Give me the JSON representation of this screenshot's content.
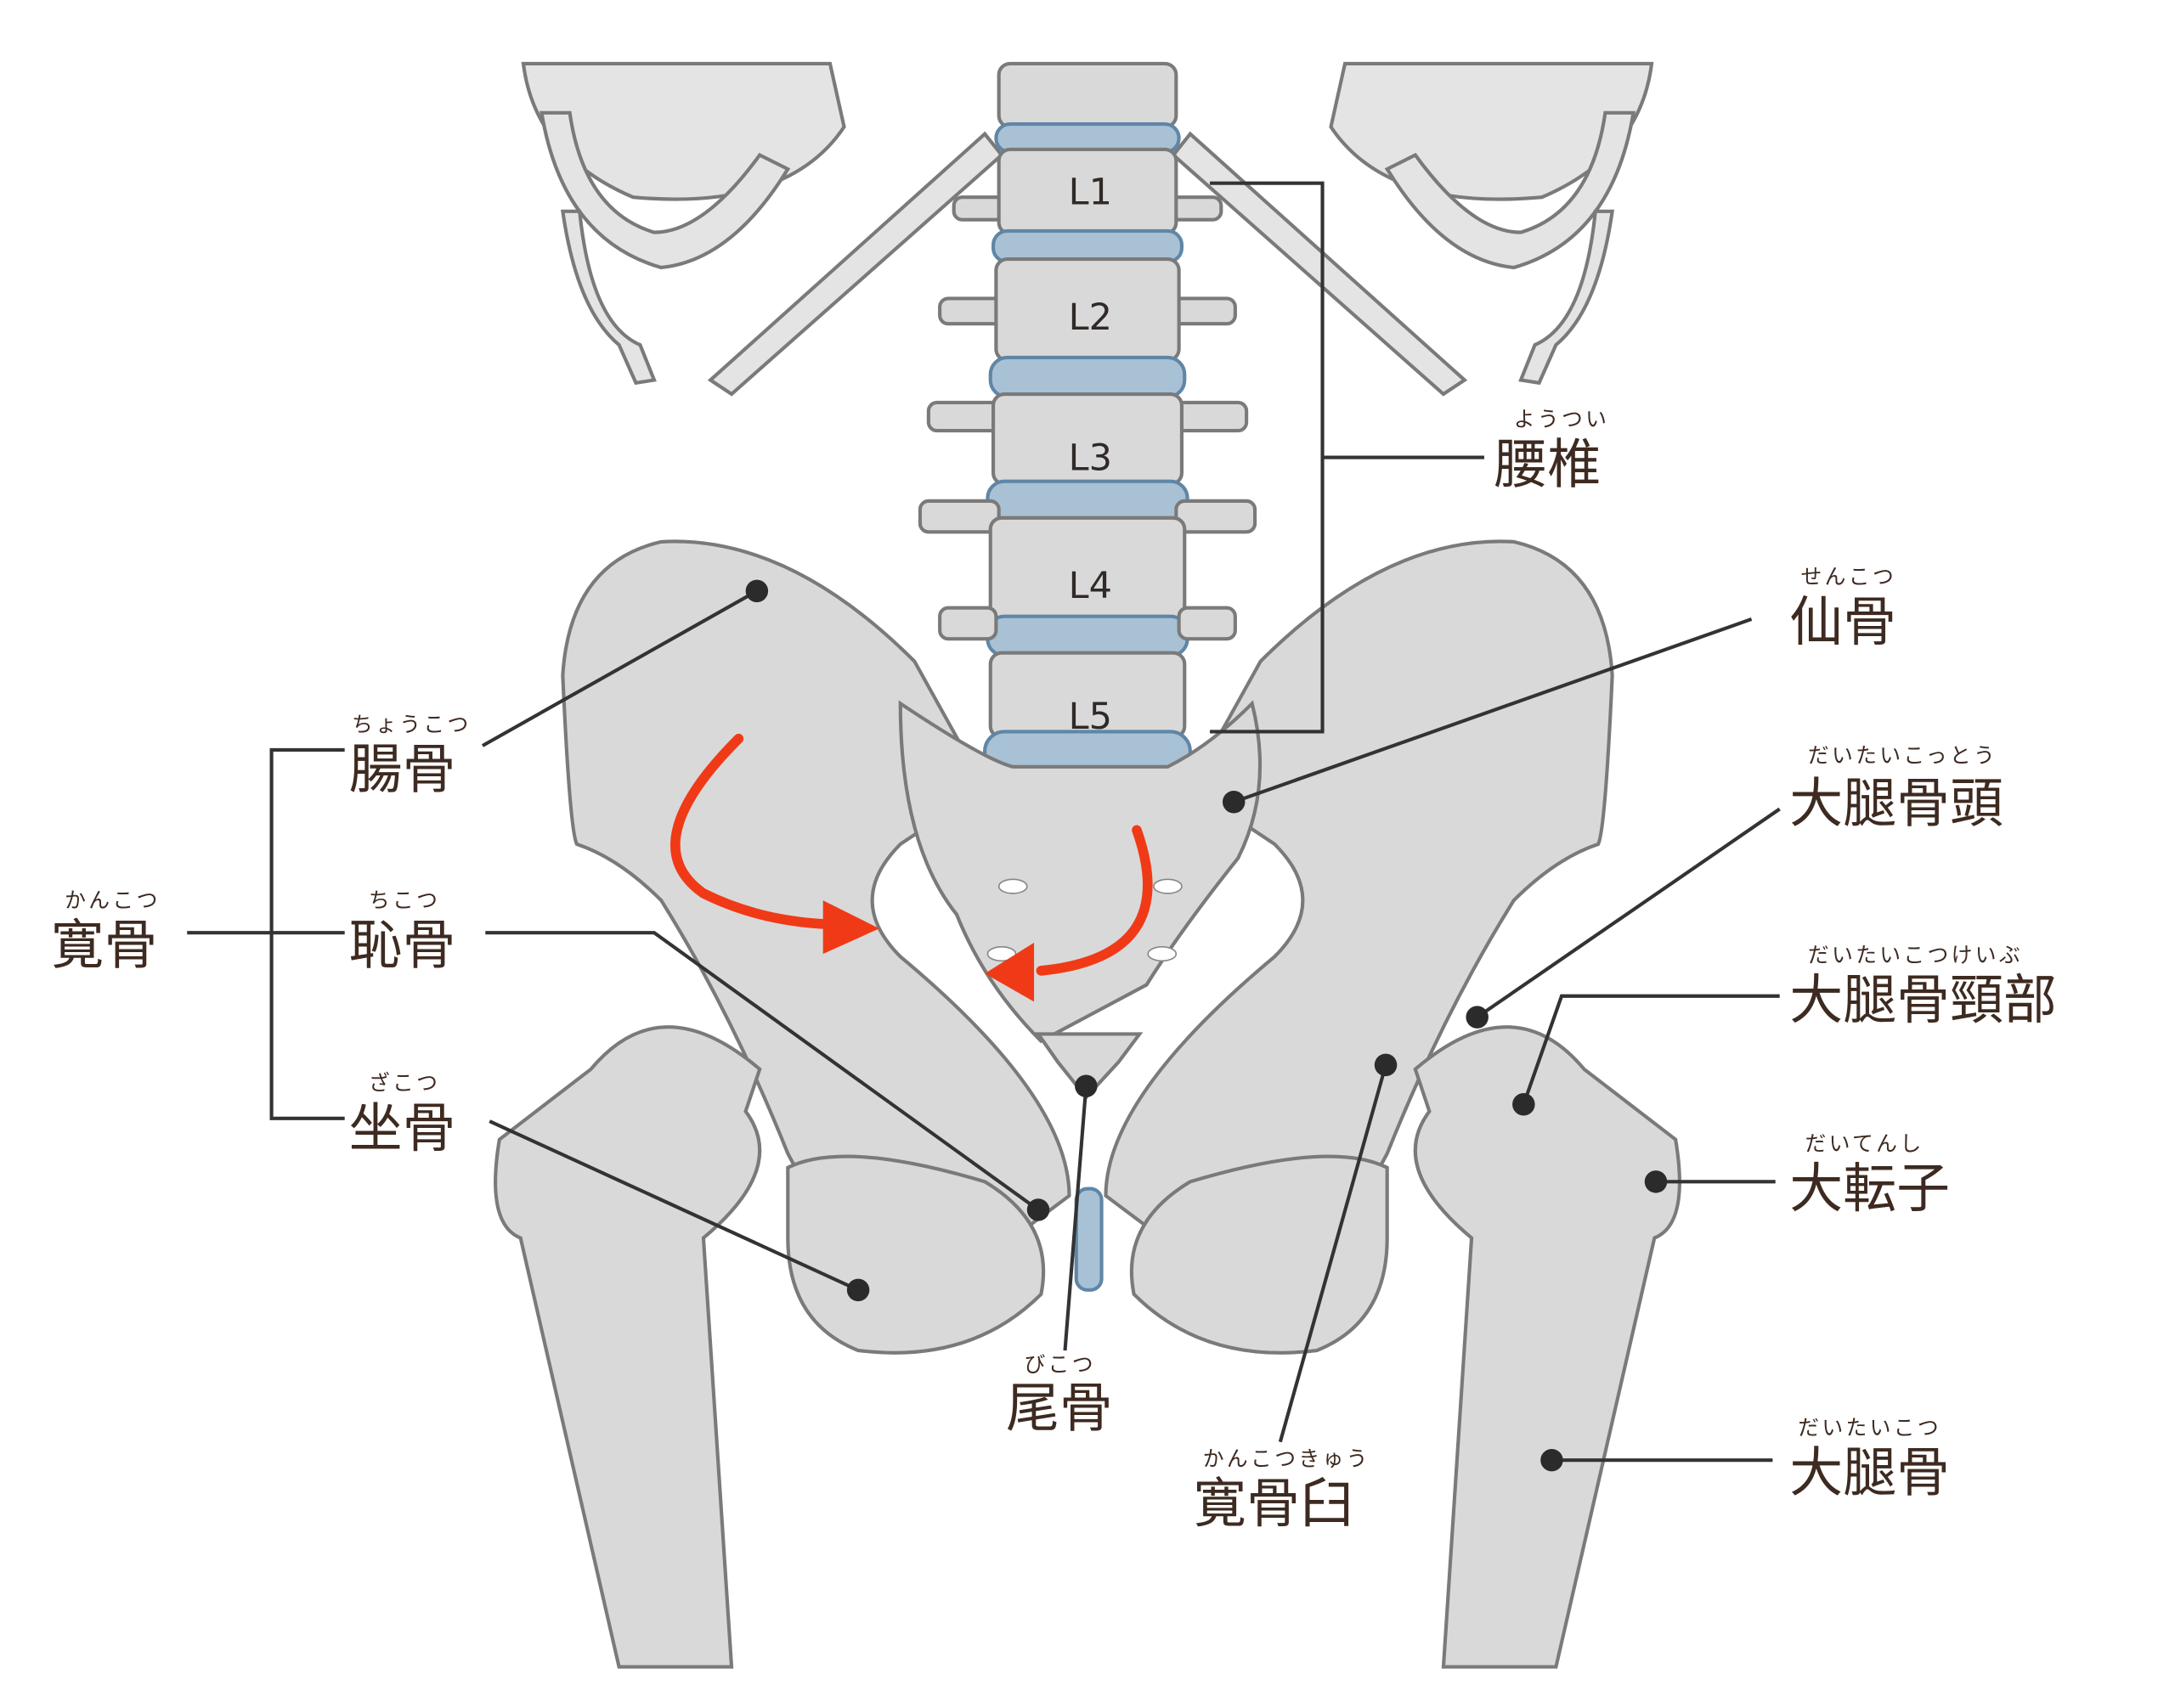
{
  "vertebrae": [
    "L1",
    "L2",
    "L3",
    "L4",
    "L5"
  ],
  "labels": {
    "lumbar": {
      "text": "腰椎",
      "ruby": "ようつい"
    },
    "sacrum": {
      "text": "仙骨",
      "ruby": "せんこつ"
    },
    "femoral_head": {
      "text": "大腿骨頭",
      "ruby": "だいたいこっとう"
    },
    "femoral_neck": {
      "text": "大腿骨頸部",
      "ruby": "だいたいこつけいぶ"
    },
    "greater_trochanter": {
      "text": "大転子",
      "ruby": "だいてんし"
    },
    "femur": {
      "text": "大腿骨",
      "ruby": "だいたいこつ"
    },
    "acetabulum": {
      "text": "寛骨臼",
      "ruby": "かんこつきゅう"
    },
    "coccyx": {
      "text": "尾骨",
      "ruby": "びこつ"
    },
    "ilium": {
      "text": "腸骨",
      "ruby": "ちょうこつ"
    },
    "pubis": {
      "text": "恥骨",
      "ruby": "ちこつ"
    },
    "ischium": {
      "text": "坐骨",
      "ruby": "ざこつ"
    },
    "hip_bone": {
      "text": "寛骨",
      "ruby": "かんこつ"
    }
  },
  "colors": {
    "bone": "#d9d9d9",
    "disc": "#a9c1d4",
    "arrow": "#f03a17",
    "text": "#3d2a20"
  }
}
